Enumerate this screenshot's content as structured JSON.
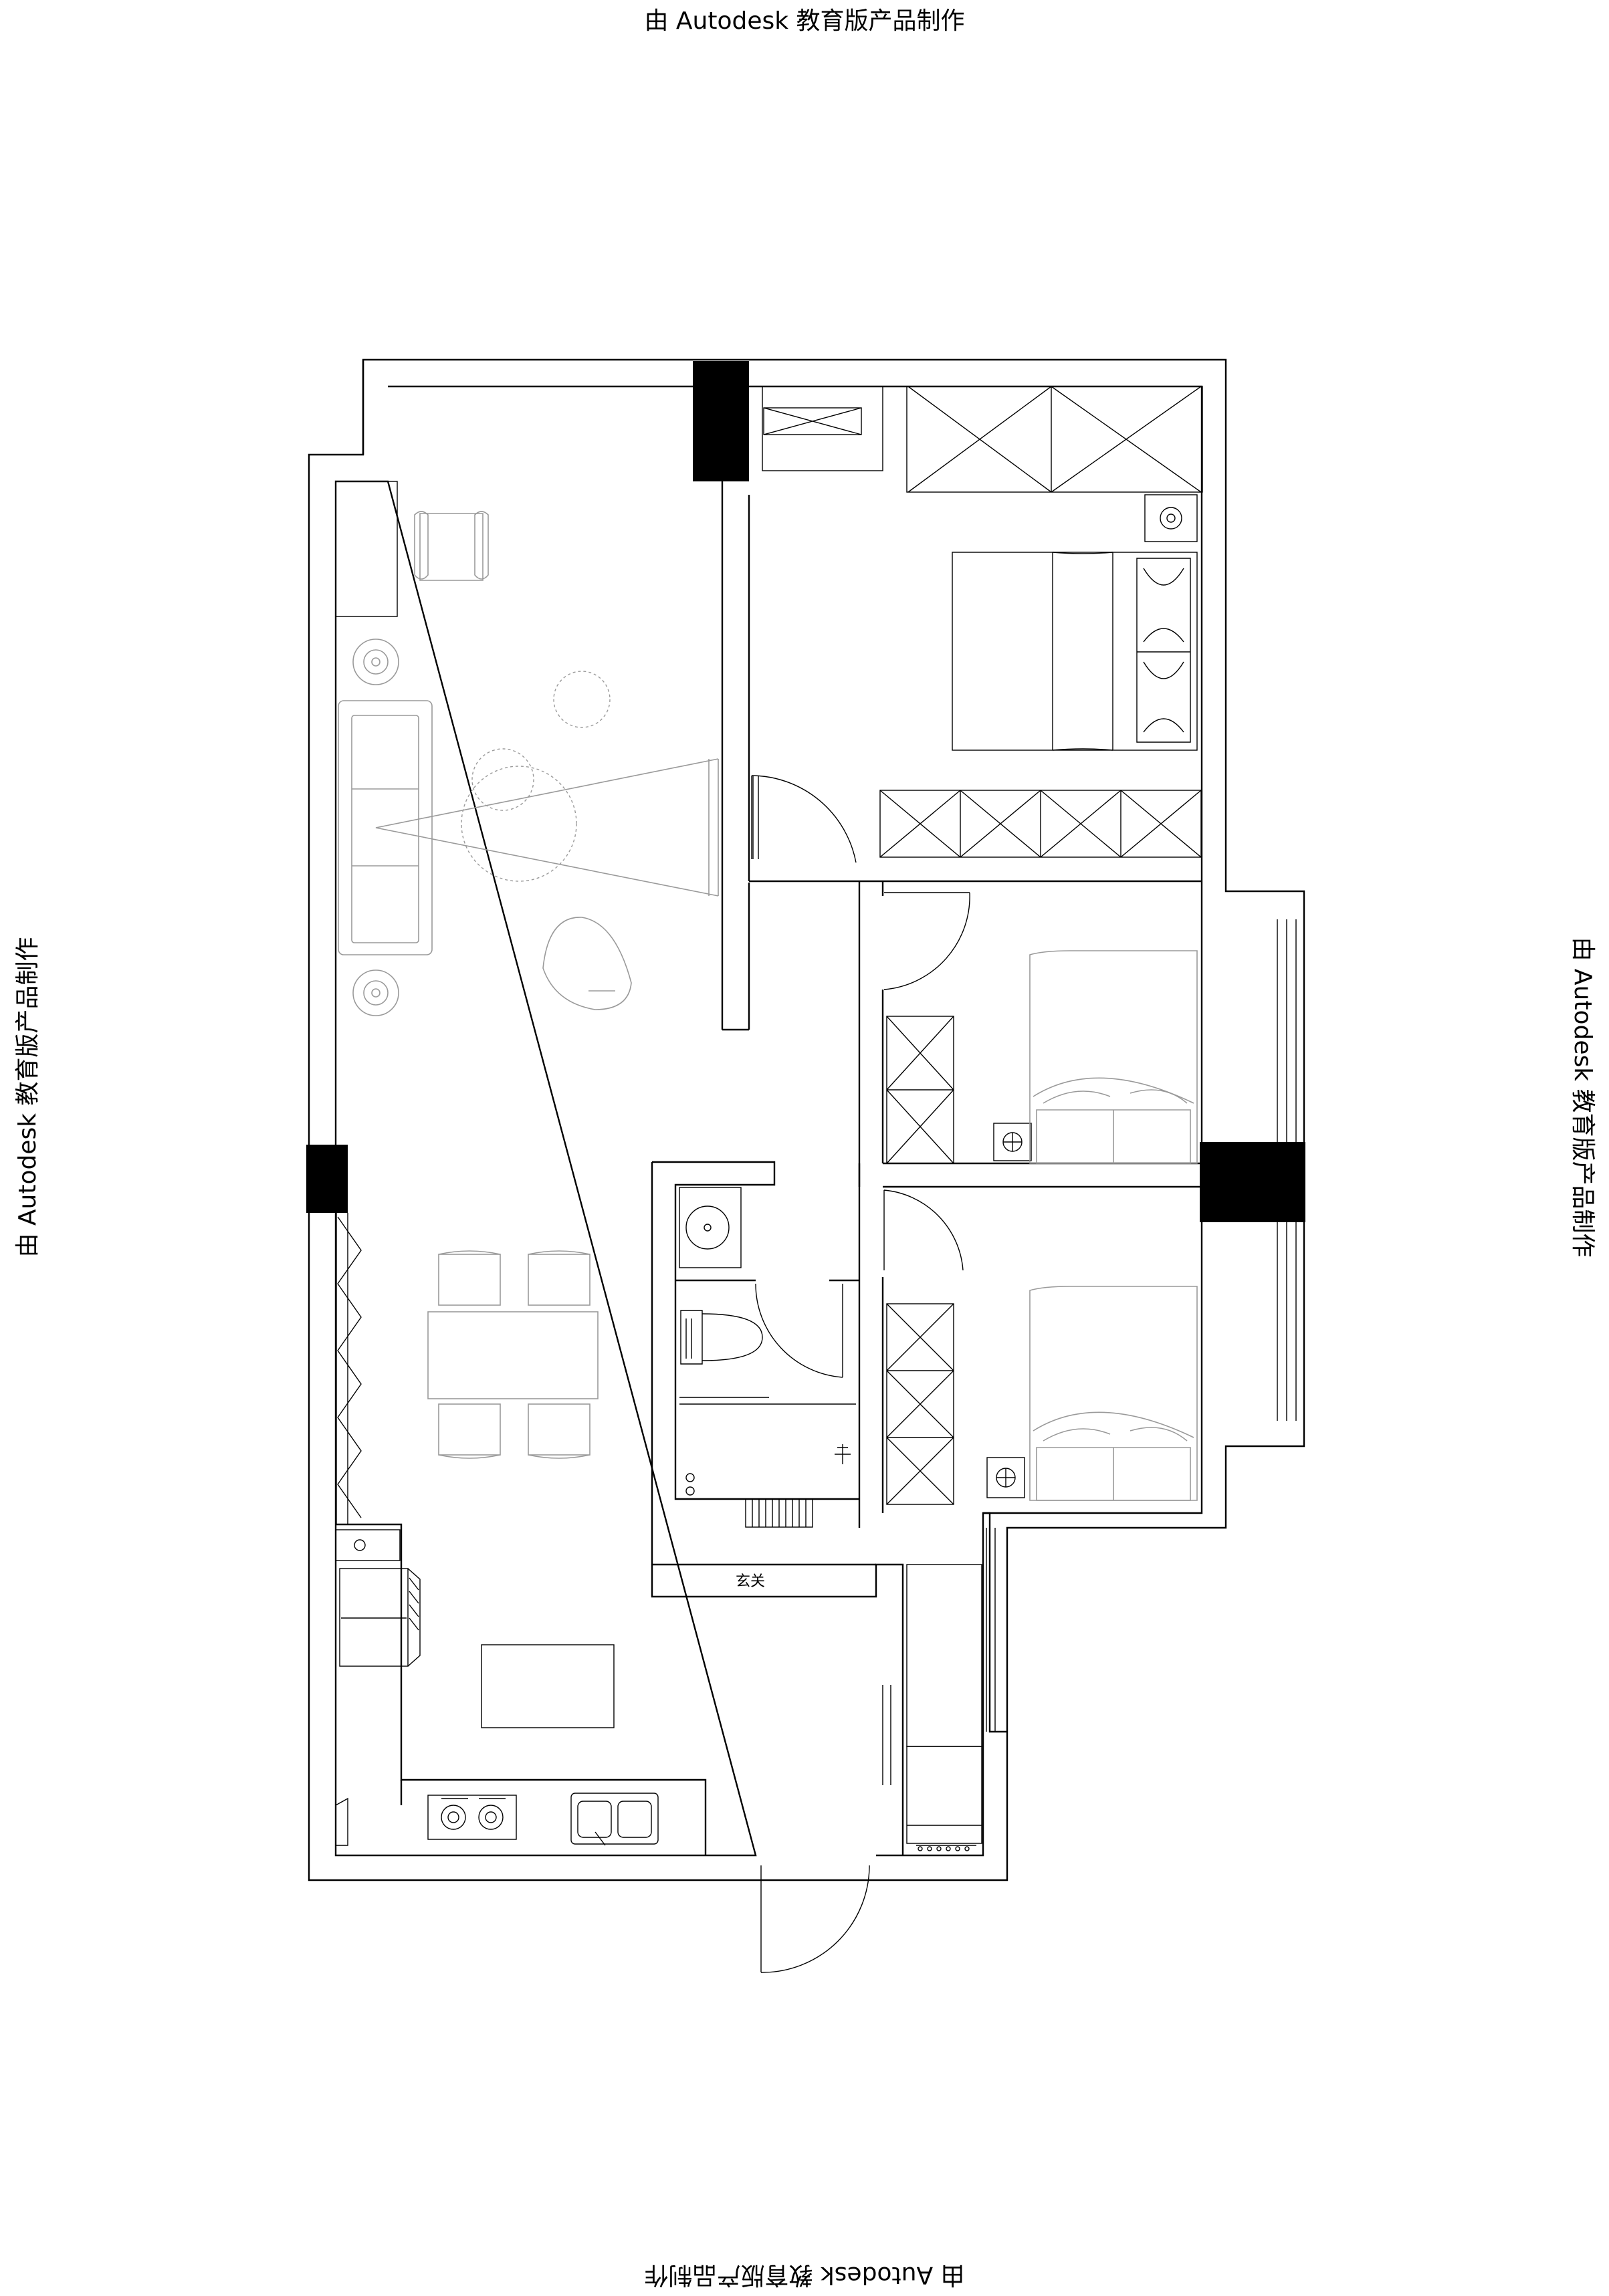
{
  "watermark": {
    "top": "由 Autodesk 教育版产品制作",
    "bottom": "由 Autodesk 教育版产品制作",
    "left": "由 Autodesk 教育版产品制作",
    "right": "由 Autodesk 教育版产品制作"
  },
  "rooms": {
    "entry_label": "玄关"
  }
}
